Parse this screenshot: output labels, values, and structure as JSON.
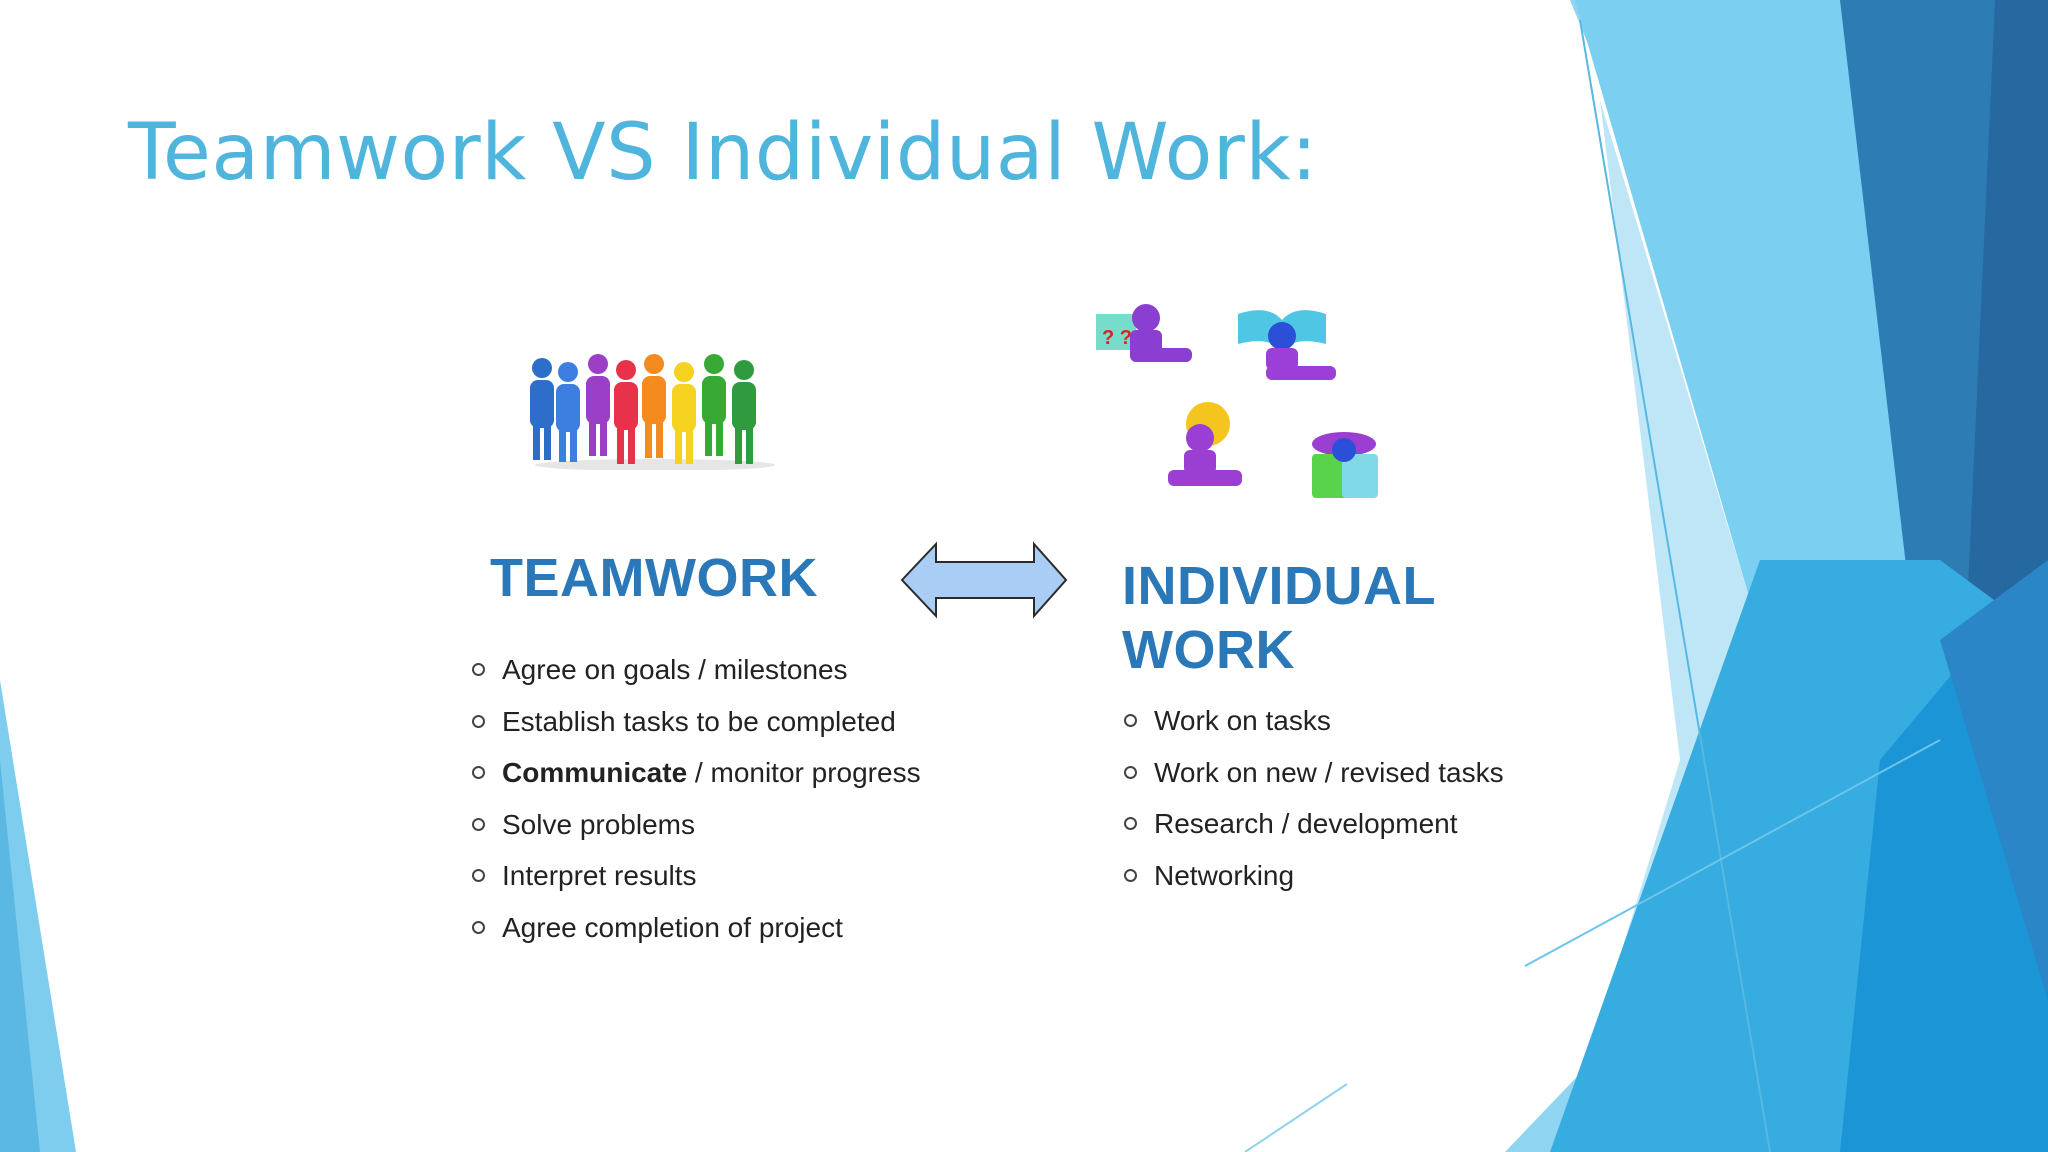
{
  "slide": {
    "title": "Teamwork VS Individual Work:",
    "colors": {
      "title": "#4fb5dc",
      "heading": "#2a78b8",
      "accent_light": "#8bd3f0",
      "accent_dark": "#2b6fa3"
    }
  },
  "teamwork": {
    "heading": "TEAMWORK",
    "items": [
      {
        "bold": "",
        "text": "Agree on goals / milestones"
      },
      {
        "bold": "",
        "text": "Establish tasks to be completed"
      },
      {
        "bold": "Communicate",
        "text": " / monitor progress"
      },
      {
        "bold": "",
        "text": "Solve problems"
      },
      {
        "bold": "",
        "text": "Interpret results"
      },
      {
        "bold": "",
        "text": "Agree completion of project"
      }
    ]
  },
  "individual": {
    "heading": "INDIVIDUAL WORK",
    "items": [
      "Work on tasks",
      "Work on new / revised tasks",
      "Research / development",
      "Networking"
    ]
  },
  "icons": {
    "people": "group-of-people-icon",
    "arrow": "double-arrow-icon",
    "individual": [
      "question-person-icon",
      "book-person-icon",
      "lightbulb-person-icon",
      "puzzle-person-icon"
    ]
  }
}
